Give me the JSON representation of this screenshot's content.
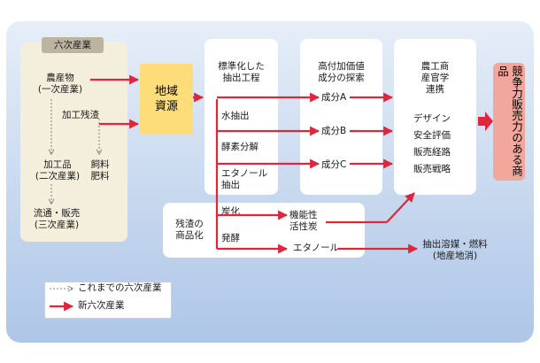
{
  "header": {
    "label": "六次産業"
  },
  "left": {
    "agri": [
      "農産物",
      "(一次産業)"
    ],
    "residue": "加工残渣",
    "processed": [
      "加工品",
      "(二次産業)"
    ],
    "feed": [
      "飼料",
      "肥料"
    ],
    "distribution": [
      "流通・販売",
      "(三次産業)"
    ]
  },
  "region": {
    "label": [
      "地域",
      "資源"
    ]
  },
  "col1": {
    "title": [
      "標準化した",
      "抽出工程"
    ],
    "steps": [
      "水抽出",
      "酵素分解"
    ],
    "ethanol_extract": [
      "エタノール",
      "抽出"
    ]
  },
  "col2": {
    "title": [
      "高付加価値",
      "成分の探索"
    ],
    "components": [
      "成分A",
      "成分B",
      "成分C"
    ]
  },
  "col3": {
    "title": [
      "農工商",
      "産官学",
      "連携"
    ],
    "items": [
      "デザイン",
      "安全評価",
      "販売経路",
      "販売戦略"
    ]
  },
  "competitive": {
    "label": "競争力販売力のある商品"
  },
  "residue_box": {
    "title": [
      "残渣の",
      "商品化"
    ],
    "carbonize": "炭化",
    "ferment": "発酵",
    "charcoal": [
      "機能性",
      "活性炭"
    ],
    "ethanol": "エタノール"
  },
  "output": {
    "label": [
      "抽出溶媒・燃料",
      "(地産地消)"
    ]
  },
  "legend": {
    "old": "これまでの六次産業",
    "new": "新六次産業"
  },
  "colors": {
    "arrow_red": "#e0263c",
    "dashed": "#808080",
    "region": "#fddc7a",
    "competitive": "#f2a79d"
  }
}
